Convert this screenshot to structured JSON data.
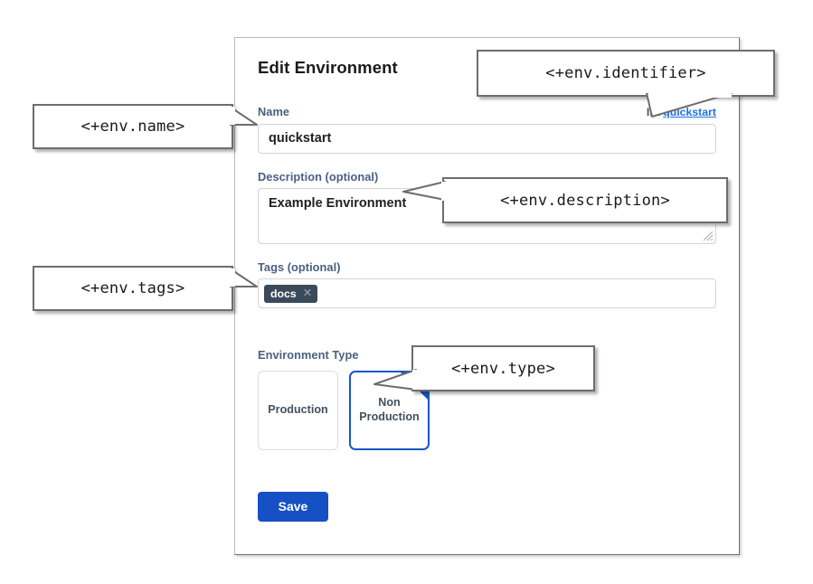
{
  "dialog": {
    "title": "Edit Environment",
    "identifier": {
      "prefix": "ID:",
      "value": "quickstart"
    },
    "fields": {
      "name": {
        "label": "Name",
        "value": "quickstart",
        "placeholder": ""
      },
      "description": {
        "label": "Description (optional)",
        "value": "Example Environment",
        "placeholder": ""
      },
      "tags": {
        "label": "Tags (optional)",
        "chips": [
          {
            "label": "docs",
            "remove_icon": "close-icon",
            "remove_glyph": "✕"
          }
        ],
        "placeholder": ""
      },
      "environment_type": {
        "label": "Environment Type",
        "options": [
          {
            "label": "Production",
            "selected": false
          },
          {
            "label": "Non Production",
            "selected": true
          }
        ]
      }
    },
    "save_label": "Save"
  },
  "callouts": [
    {
      "id": "name",
      "text": "<+env.name>"
    },
    {
      "id": "identifier",
      "text": "<+env.identifier>"
    },
    {
      "id": "description",
      "text": "<+env.description>"
    },
    {
      "id": "tags",
      "text": "<+env.tags>"
    },
    {
      "id": "type",
      "text": "<+env.type>"
    }
  ],
  "colors": {
    "accent_blue": "#1550c4",
    "link_blue": "#1a73e8",
    "label_slate": "#4a6080",
    "chip_bg": "#3b4a5a",
    "panel_border": "#b9b9b9",
    "callout_border": "#6d6d6d"
  }
}
